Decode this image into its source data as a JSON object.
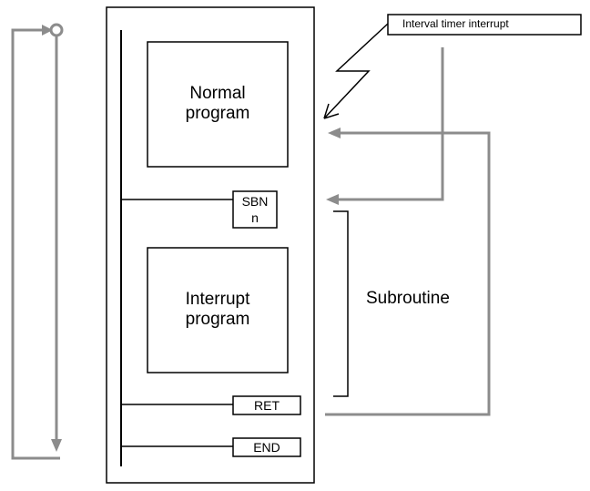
{
  "callout": {
    "label": "Interval timer interrupt"
  },
  "normal_block": {
    "line1": "Normal",
    "line2": "program"
  },
  "interrupt_block": {
    "line1": "Interrupt",
    "line2": "program"
  },
  "instructions": {
    "sbn": "SBN",
    "sbn_arg": "n",
    "ret": "RET",
    "end": "END"
  },
  "bracket": {
    "label": "Subroutine"
  },
  "colors": {
    "flow_arrow": "#8c8c8c",
    "line": "#000000",
    "background": "#ffffff"
  }
}
